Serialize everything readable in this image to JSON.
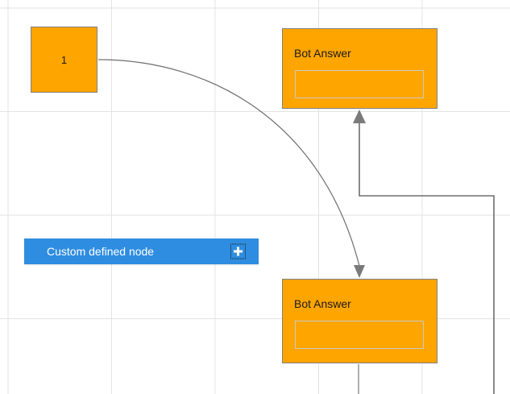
{
  "canvas": {
    "background_color": "#ffffff",
    "grid_color": "#e3e3e3",
    "grid_size": 128
  },
  "palette_button": {
    "label": "Custom defined node",
    "add_icon": "plus-icon",
    "background_color": "#2e8de0",
    "text_color": "#ffffff"
  },
  "nodes": [
    {
      "id": "node-1",
      "label": "1",
      "type": "simple",
      "fill": "#ffa500",
      "border": "#808080"
    },
    {
      "id": "bot-answer-top",
      "label": "Bot Answer",
      "type": "bot-answer",
      "slot_text": "",
      "fill": "#ffa500",
      "border": "#808080"
    },
    {
      "id": "bot-answer-bottom",
      "label": "Bot Answer",
      "type": "bot-answer",
      "slot_text": "",
      "fill": "#ffa500",
      "border": "#808080"
    }
  ],
  "edges": [
    {
      "id": "edge-curve",
      "from": "node-1",
      "to": "bot-answer-bottom",
      "style": "curved",
      "arrow": "end-down",
      "color": "#6e6e6e"
    },
    {
      "id": "edge-loop",
      "from": "bot-answer-bottom",
      "to": "bot-answer-top",
      "style": "orthogonal",
      "arrow": "end-up",
      "color": "#6e6e6e"
    },
    {
      "id": "edge-down-stub",
      "from": "bot-answer-bottom",
      "to": "",
      "style": "straight",
      "arrow": "none",
      "color": "#9a9a9a"
    }
  ]
}
